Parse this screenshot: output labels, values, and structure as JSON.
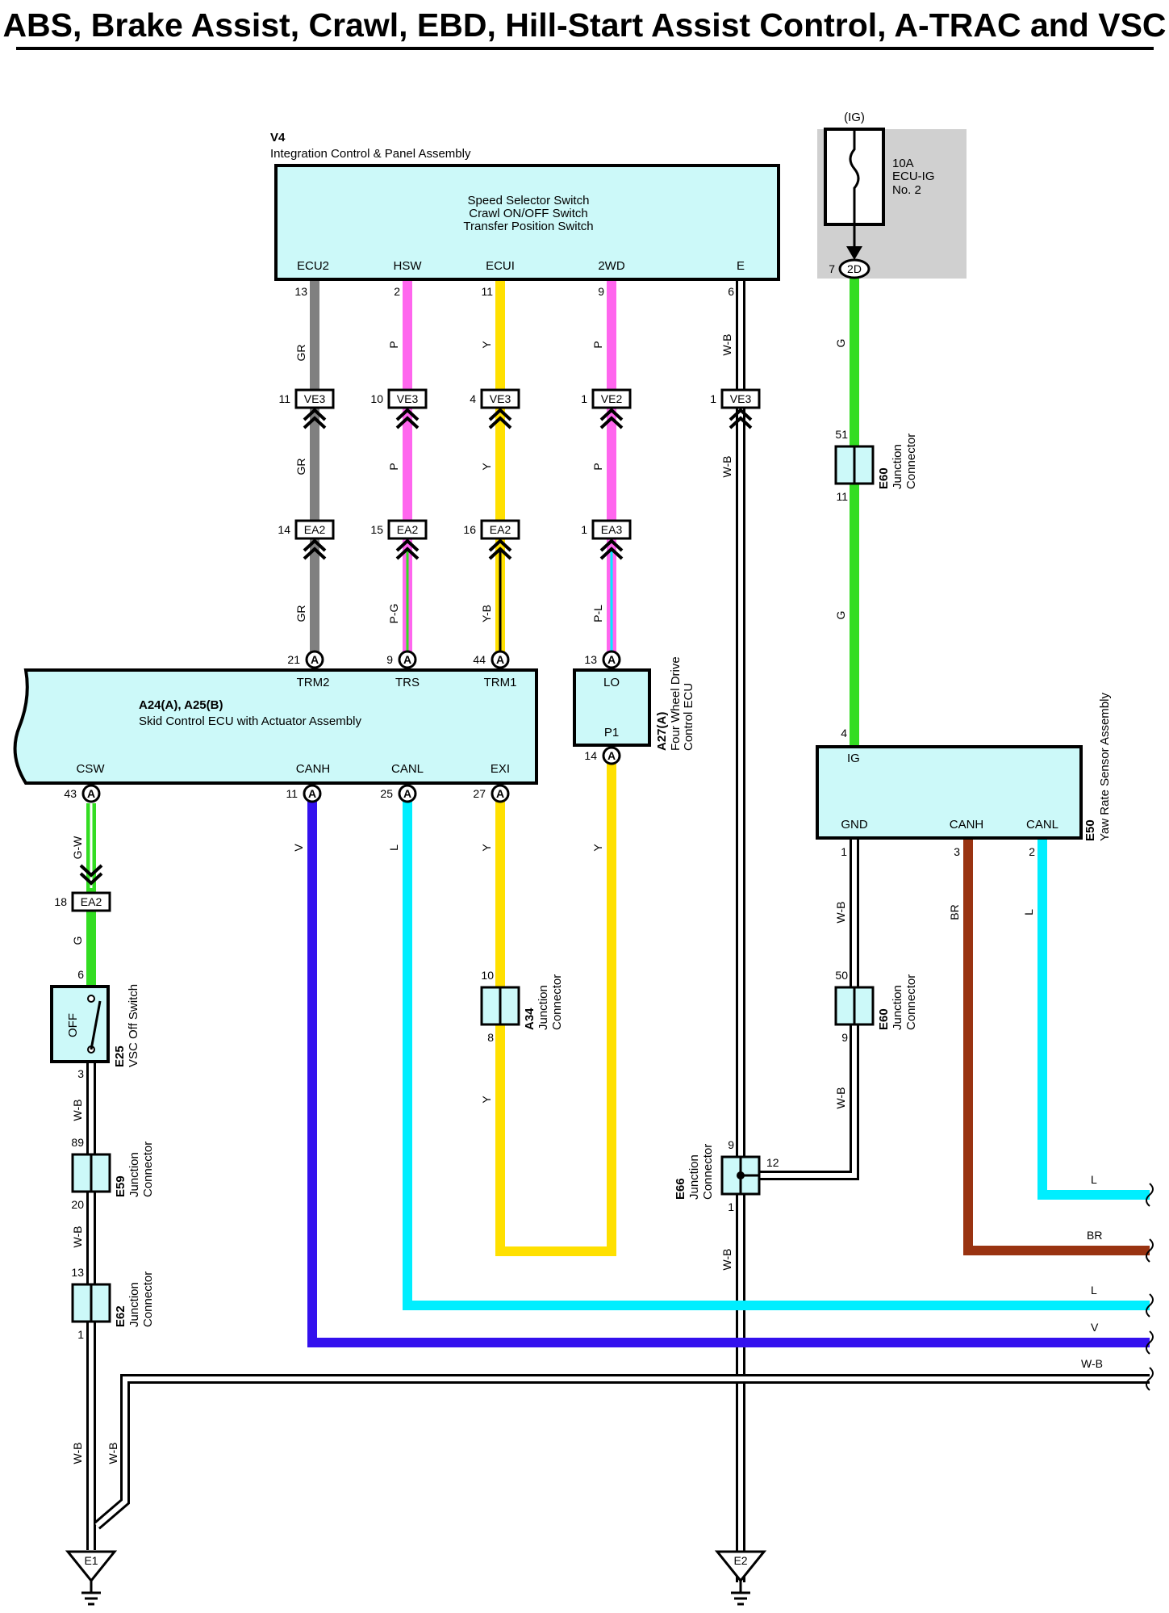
{
  "title": "ABS, Brake Assist, Crawl, EBD, Hill-Start Assist Control, A-TRAC and VSC",
  "colors": {
    "GR": "#808080",
    "P": "#ff66ee",
    "Y": "#ffe000",
    "G": "#33dd22",
    "L": "#00eeff",
    "V": "#3311ee",
    "BR": "#993311",
    "WB": "#ffffff",
    "box": "#ccf9f9",
    "fuse_bg": "#d0d0d0"
  },
  "v4": {
    "code": "V4",
    "name": "Integration Control & Panel Assembly",
    "lines": [
      "Speed Selector Switch",
      "Crawl ON/OFF Switch",
      "Transfer Position Switch"
    ],
    "pins": [
      "ECU2",
      "HSW",
      "ECUI",
      "2WD",
      "E"
    ],
    "pin_nums": [
      "13",
      "2",
      "11",
      "9",
      "6"
    ]
  },
  "fuse": {
    "ig": "(IG)",
    "rating": "10A",
    "name": "ECU-IG",
    "no": "No. 2",
    "pin": "7",
    "conn": "2D"
  },
  "skid": {
    "code": "A24(A), A25(B)",
    "name": "Skid Control ECU with Actuator Assembly",
    "top_pins": [
      "TRM2",
      "TRS",
      "TRM1"
    ],
    "top_nums": [
      "21",
      "9",
      "44"
    ],
    "bottom_pins": [
      "CSW",
      "CANH",
      "CANL",
      "EXI"
    ],
    "bottom_nums": [
      "43",
      "11",
      "25",
      "27"
    ],
    "conn": "A"
  },
  "fwd": {
    "code": "A27(A)",
    "name1": "Four Wheel Drive",
    "name2": "Control ECU",
    "pin_lo": "LO",
    "pin_p1": "P1",
    "num_lo": "13",
    "num_p1": "14"
  },
  "yaw": {
    "code": "E50",
    "name": "Yaw Rate Sensor Assembly",
    "pins": [
      "IG",
      "GND",
      "CANH",
      "CANL"
    ],
    "nums": [
      "4",
      "1",
      "3",
      "2"
    ]
  },
  "connectors": {
    "ve3_a": {
      "label": "VE3",
      "pin": "11"
    },
    "ve3_b": {
      "label": "VE3",
      "pin": "10"
    },
    "ve3_c": {
      "label": "VE3",
      "pin": "4"
    },
    "ve2": {
      "label": "VE2",
      "pin": "1"
    },
    "ve3_d": {
      "label": "VE3",
      "pin": "1"
    },
    "ea2_a": {
      "label": "EA2",
      "pin": "14"
    },
    "ea2_b": {
      "label": "EA2",
      "pin": "15"
    },
    "ea2_c": {
      "label": "EA2",
      "pin": "16"
    },
    "ea3": {
      "label": "EA3",
      "pin": "1"
    },
    "ea2_d": {
      "label": "EA2",
      "pin": "18"
    }
  },
  "junctions": {
    "e60_top": {
      "code": "E60",
      "w1": "Junction",
      "w2": "Connector",
      "top": "51",
      "bottom": "11"
    },
    "e60_bot": {
      "code": "E60",
      "w1": "Junction",
      "w2": "Connector",
      "top": "50",
      "bottom": "9"
    },
    "a34": {
      "code": "A34",
      "w1": "Junction",
      "w2": "Connector",
      "top": "10",
      "bottom": "8"
    },
    "e59": {
      "code": "E59",
      "w1": "Junction",
      "w2": "Connector",
      "top": "89",
      "bottom": "20"
    },
    "e62": {
      "code": "E62",
      "w1": "Junction",
      "w2": "Connector",
      "top": "13",
      "bottom": "1"
    },
    "e66": {
      "code": "E66",
      "w1": "Junction",
      "w2": "Connector",
      "top": "9",
      "bottom": "1",
      "side": "12"
    }
  },
  "switch": {
    "code": "E25",
    "name": "VSC Off Switch",
    "label": "OFF",
    "top": "6",
    "bottom": "3"
  },
  "grounds": [
    "E1",
    "E2"
  ],
  "wire_labels": {
    "gr": "GR",
    "p": "P",
    "y": "Y",
    "wb": "W-B",
    "g": "G",
    "pg": "P-G",
    "yb": "Y-B",
    "pl": "P-L",
    "gw": "G-W",
    "v": "V",
    "l": "L",
    "br": "BR"
  }
}
